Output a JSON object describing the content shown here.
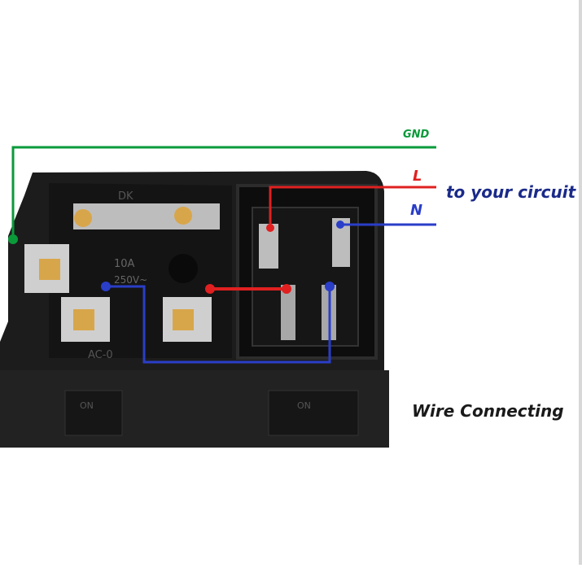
{
  "labels": {
    "gnd": "GND",
    "live": "L",
    "neutral": "N",
    "destination": "to your circuit",
    "caption": "Wire Connecting"
  },
  "device_markings": {
    "brand": "DK",
    "rating_current": "10A",
    "rating_voltage": "250V~",
    "model": "AC-0",
    "switch_left": "ON",
    "switch_right": "ON"
  },
  "colors": {
    "gnd": "#0a9a3a",
    "live": "#e02020",
    "neutral": "#2a3ec8",
    "label_text": "#1a2a8a",
    "housing": "#1c1c1c",
    "terminal": "#c8c8c8"
  }
}
